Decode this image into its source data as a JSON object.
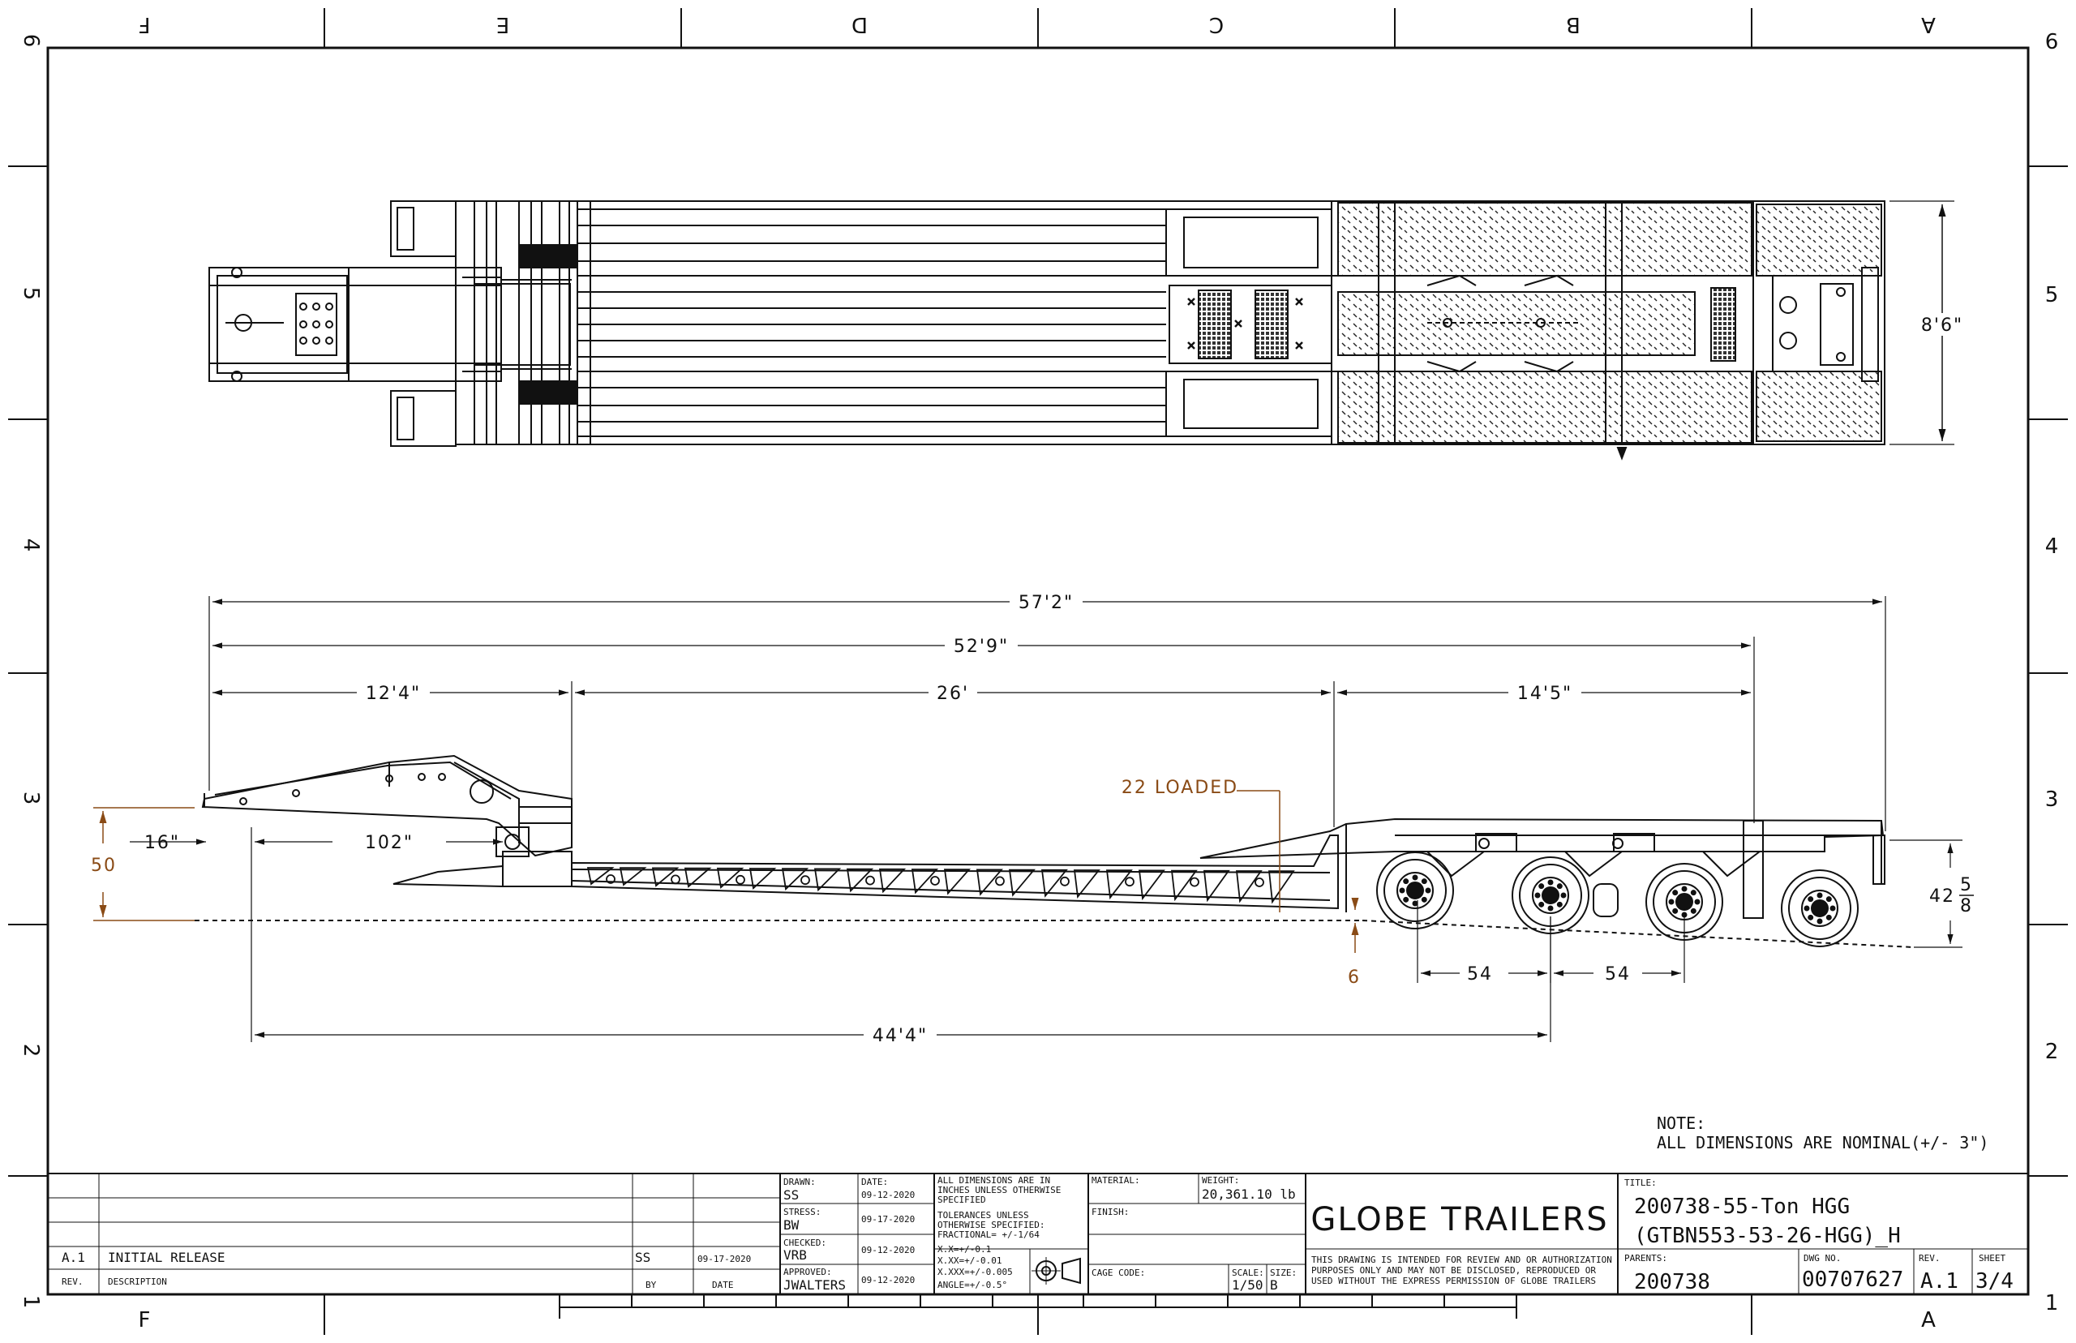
{
  "zones": {
    "columns": [
      "F",
      "E",
      "D",
      "C",
      "B",
      "A"
    ],
    "rows": [
      "6",
      "5",
      "4",
      "3",
      "2",
      "1"
    ]
  },
  "plan_view": {
    "width_dim": "8'6\""
  },
  "side_view": {
    "dims": {
      "overall": "57'2\"",
      "deck_to_rear": "52'9\"",
      "gooseneck": "12'4\"",
      "well": "26'",
      "rear_deck": "14'5\"",
      "kingpin_offset": "16\"",
      "swing_clearance": "102\"",
      "kingpin_to_axle": "44'4\"",
      "fifth_wheel_height": "50",
      "deck_height": "42",
      "deck_height_num": "5",
      "deck_height_den": "8",
      "axle_spread_1": "54",
      "axle_spread_2": "54",
      "ground_clearance": "6",
      "loaded_height": "22 LOADED"
    },
    "axle_count": 4
  },
  "note": {
    "heading": "NOTE:",
    "text": "ALL DIMENSIONS ARE NOMINAL(+/- 3\")"
  },
  "title_block": {
    "revision_rows": [
      {
        "rev": "A.1",
        "description": "INITIAL RELEASE",
        "by": "SS",
        "date": "09-17-2020"
      }
    ],
    "rev_header": "REV.",
    "description_header": "DESCRIPTION",
    "by_header": "BY",
    "date_header": "DATE",
    "drawn_label": "DRAWN:",
    "drawn_by": "SS",
    "drawn_date_label": "DATE:",
    "drawn_date": "09-12-2020",
    "stress_label": "STRESS:",
    "stress_by": "BW",
    "stress_date": "09-17-2020",
    "checked_label": "CHECKED:",
    "checked_by": "VRB",
    "checked_date": "09-12-2020",
    "approved_label": "APPROVED:",
    "approved_by": "JWALTERS",
    "approved_date": "09-12-2020",
    "dims_note_1": "ALL DIMENSIONS ARE IN",
    "dims_note_2": "INCHES UNLESS OTHERWISE",
    "dims_note_3": "SPECIFIED",
    "tol_1": "TOLERANCES UNLESS",
    "tol_2": "OTHERWISE SPECIFIED:",
    "tol_3": "FRACTIONAL= +/-1/64",
    "tol_4": "X.X=+/-0.1",
    "tol_5": "X.XX=+/-0.01",
    "tol_6": "X.XXX=+/-0.005",
    "tol_7": "ANGLE=+/-0.5°",
    "material_label": "MATERIAL:",
    "finish_label": "FINISH:",
    "weight_label": "WEIGHT:",
    "weight": "20,361.10 lb",
    "cage_code_label": "CAGE CODE:",
    "scale_label": "SCALE:",
    "scale": "1/50",
    "size_label": "SIZE:",
    "size": "B",
    "company": "GLOBE TRAILERS",
    "disclaimer_1": "THIS DRAWING IS INTENDED FOR REVIEW AND OR AUTHORIZATION",
    "disclaimer_2": "PURPOSES ONLY AND MAY NOT BE DISCLOSED, REPRODUCED OR",
    "disclaimer_3": "USED WITHOUT THE EXPRESS PERMISSION OF GLOBE TRAILERS",
    "title_label": "TITLE:",
    "title_line_1": "200738-55-Ton HGG",
    "title_line_2": "(GTBN553-53-26-HGG)_H",
    "parents_label": "PARENTS:",
    "parent": "200738",
    "dwg_no_label": "DWG NO.",
    "dwg_no": "00707627",
    "rev_label": "REV.",
    "rev": "A.1",
    "sheet_label": "SHEET",
    "sheet": "3/4"
  },
  "colors": {
    "line": "#111111",
    "accent_dimension": "#8a4b16",
    "background": "#ffffff"
  }
}
